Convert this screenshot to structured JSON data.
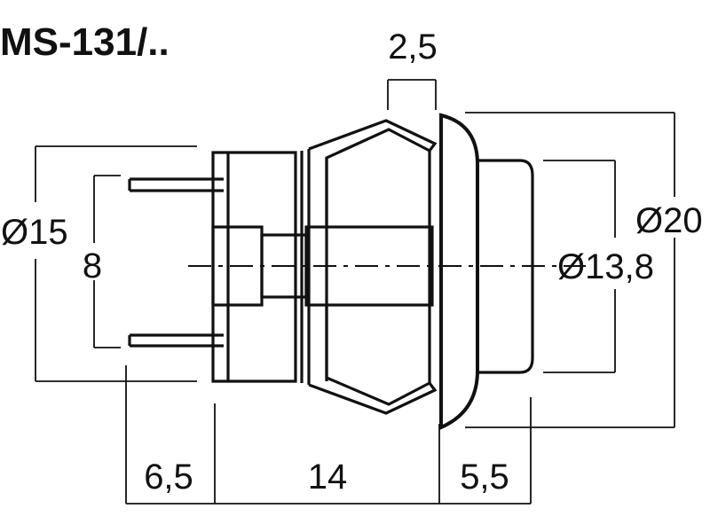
{
  "title": "MS-131/..",
  "dimensions": {
    "top_width": "2,5",
    "diameter_body": "Ø15",
    "pin_spacing": "8",
    "diameter_bezel": "Ø20",
    "diameter_cap": "Ø13,8",
    "bottom_left": "6,5",
    "bottom_middle": "14",
    "bottom_right": "5,5"
  }
}
